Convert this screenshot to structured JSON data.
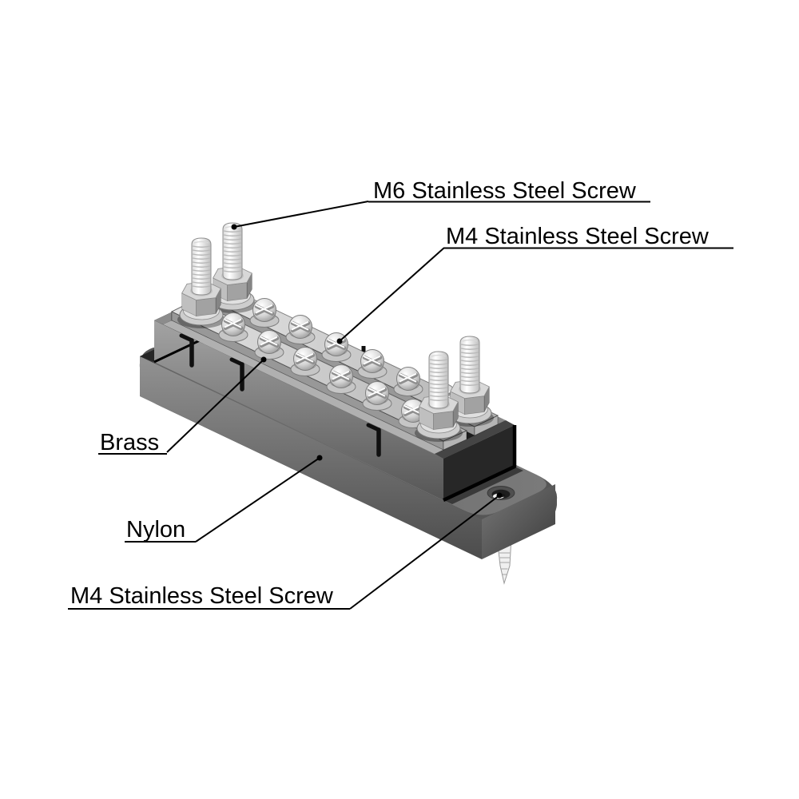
{
  "illustration": {
    "type": "isometric-technical-drawing",
    "subject": "dual bus bar terminal block",
    "background_color": "#ffffff",
    "part_colors": {
      "nylon_base": "#6e6e6e",
      "brass_bars": "#c9c9c9",
      "steel_hardware": "#f2f2f2",
      "outline": "#000000"
    },
    "visible_counts": {
      "bus_bars": 2,
      "m4_screws_per_bar": 6,
      "m6_studs": 4,
      "mounting_holes": 1
    }
  },
  "callouts": [
    {
      "id": "m6-stainless-steel-screw",
      "text": "M6 Stainless Steel Screw"
    },
    {
      "id": "m4-stainless-steel-screw-top",
      "text": "M4 Stainless Steel Screw"
    },
    {
      "id": "brass",
      "text": "Brass"
    },
    {
      "id": "nylon",
      "text": "Nylon"
    },
    {
      "id": "m4-stainless-steel-screw-bottom",
      "text": "M4 Stainless Steel Screw"
    }
  ]
}
